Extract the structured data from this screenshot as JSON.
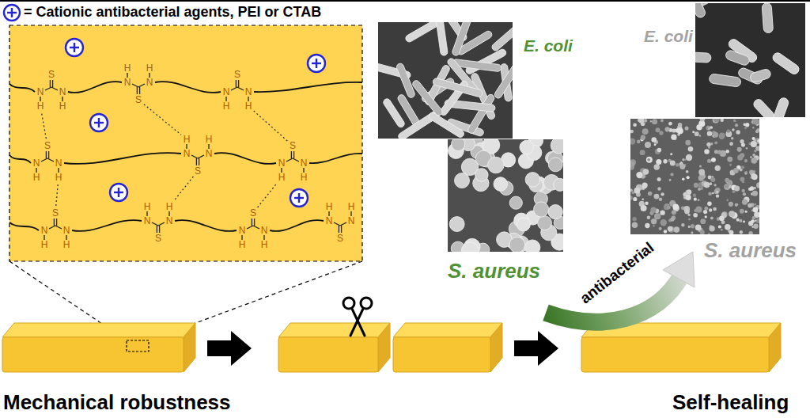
{
  "diagram": {
    "labels": [
      "E. coli",
      "S. aureus",
      "E. coli",
      "S. aureus",
      "antibacterial",
      "Mechanical robustness",
      "Self-healing",
      "S",
      "N",
      "H",
      "N",
      "H",
      "S",
      "N",
      "H",
      "N",
      "H",
      "S",
      "N",
      "H",
      "N",
      "H",
      "S",
      "N",
      "H",
      "N",
      "H",
      "S",
      "N",
      "H",
      "N",
      "H",
      "S",
      "N",
      "H",
      "N",
      "H",
      "S",
      "N",
      "H",
      "N",
      "H",
      "S",
      "N",
      "H",
      "N",
      "H",
      "S",
      "N",
      "H",
      "N",
      "H",
      "S",
      "N",
      "H",
      "N",
      "H"
    ],
    "legend": [
      {
        "text": "= Cationic antibacterial agents, PEI or CTAB"
      }
    ]
  }
}
